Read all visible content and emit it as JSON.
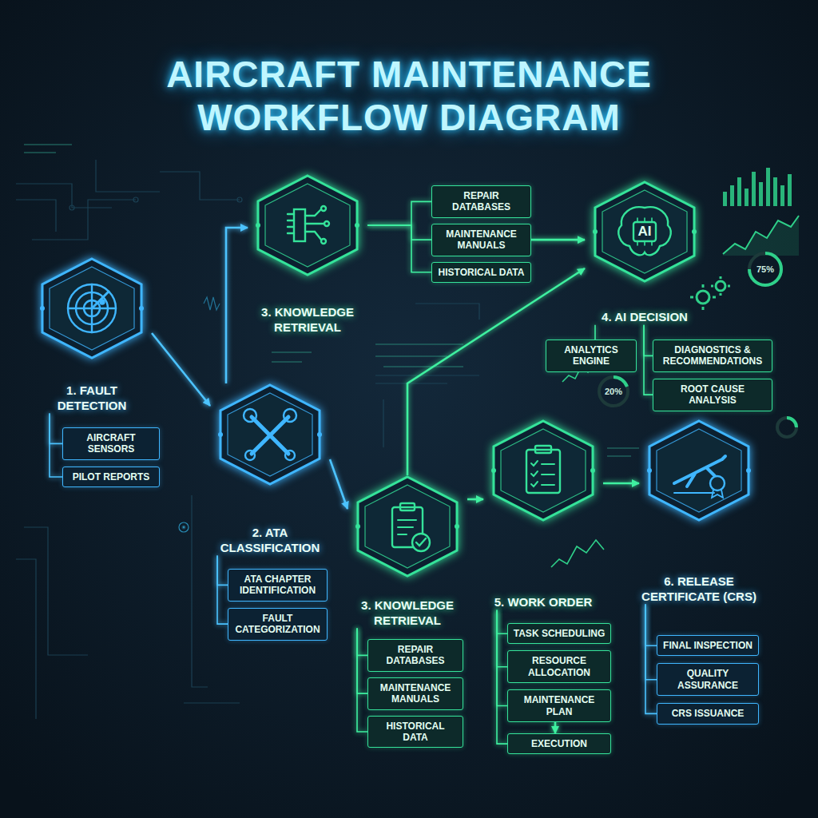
{
  "diagram": {
    "title": "AIRCRAFT MAINTENANCE WORKFLOW DIAGRAM",
    "nodes": [
      {
        "text": [
          "1. FAULT DETECTION"
        ]
      },
      {
        "text": [
          "AIRCRAFT SENSORS"
        ]
      },
      {
        "text": [
          "PILOT REPORTS"
        ]
      },
      {
        "text": [
          "3. KNOWLEDGE RETRIEVAL"
        ]
      },
      {
        "text": [
          "REPAIR DATABASES"
        ]
      },
      {
        "text": [
          "MAINTENANCE MANUALS"
        ]
      },
      {
        "text": [
          "HISTORICAL DATA"
        ]
      },
      {
        "text": [
          "4. AI DECISION"
        ]
      },
      {
        "text": [
          "ANALYTICS ENGINE"
        ]
      },
      {
        "text": [
          "DIAGNOSTICS & RECOMMENDATIONS"
        ]
      },
      {
        "text": [
          "ROOT CAUSE ANALYSIS"
        ]
      },
      {
        "text": [
          "2. ATA CLASSIFICATION"
        ]
      },
      {
        "text": [
          "ATA CHAPTER IDENTIFICATION"
        ]
      },
      {
        "text": [
          "FAULT CATEGORIZATION"
        ]
      },
      {
        "text": [
          "3. KNOWLEDGE RETRIEVAL"
        ]
      },
      {
        "text": [
          "REPAIR DATABASES"
        ]
      },
      {
        "text": [
          "MAINTENANCE MANUALS"
        ]
      },
      {
        "text": [
          "HISTORICAL DATA"
        ]
      },
      {
        "text": [
          "5. WORK ORDER"
        ]
      },
      {
        "text": [
          "TASK SCHEDULING"
        ]
      },
      {
        "text": [
          "RESOURCE ALLOCATION"
        ]
      },
      {
        "text": [
          "MAINTENANCE PLAN"
        ]
      },
      {
        "text": [
          "EXECUTION"
        ]
      },
      {
        "text": [
          "6. RELEASE CERTIFICATE (CRS)"
        ]
      },
      {
        "text": [
          "FINAL INSPECTION"
        ]
      },
      {
        "text": [
          "QUALITY ASSURANCE"
        ]
      },
      {
        "text": [
          "CRS ISSUANCE"
        ]
      }
    ],
    "edges": [
      {
        "from": 0,
        "to": 11,
        "arrow": "to"
      },
      {
        "from": 11,
        "to": 3,
        "arrow": "to"
      },
      {
        "from": 5,
        "to": 7,
        "arrow": "to"
      },
      {
        "from": 11,
        "to": 14,
        "arrow": "to"
      },
      {
        "from": 14,
        "to": 7,
        "arrow": "to"
      },
      {
        "from": 14,
        "to": 18,
        "arrow": "to"
      },
      {
        "from": 18,
        "to": 23,
        "arrow": "to"
      },
      {
        "from": 0,
        "to": 1,
        "arrow": "none"
      },
      {
        "from": 0,
        "to": 2,
        "arrow": "none"
      },
      {
        "from": 3,
        "to": 4,
        "arrow": "none"
      },
      {
        "from": 3,
        "to": 5,
        "arrow": "none"
      },
      {
        "from": 3,
        "to": 6,
        "arrow": "none"
      },
      {
        "from": 7,
        "to": 8,
        "arrow": "none"
      },
      {
        "from": 7,
        "to": 9,
        "arrow": "none"
      },
      {
        "from": 7,
        "to": 10,
        "arrow": "none"
      },
      {
        "from": 11,
        "to": 12,
        "arrow": "none"
      },
      {
        "from": 11,
        "to": 13,
        "arrow": "none"
      },
      {
        "from": 14,
        "to": 15,
        "arrow": "none"
      },
      {
        "from": 14,
        "to": 16,
        "arrow": "none"
      },
      {
        "from": 14,
        "to": 17,
        "arrow": "none"
      },
      {
        "from": 18,
        "to": 19,
        "arrow": "none"
      },
      {
        "from": 18,
        "to": 20,
        "arrow": "none"
      },
      {
        "from": 18,
        "to": 21,
        "arrow": "none"
      },
      {
        "from": 18,
        "to": 22,
        "arrow": "none"
      },
      {
        "from": 21,
        "to": 22,
        "arrow": "to"
      },
      {
        "from": 23,
        "to": 24,
        "arrow": "none"
      },
      {
        "from": 23,
        "to": 25,
        "arrow": "none"
      },
      {
        "from": 23,
        "to": 26,
        "arrow": "none"
      }
    ],
    "labels": [
      "AI",
      "75%",
      "20%"
    ]
  }
}
